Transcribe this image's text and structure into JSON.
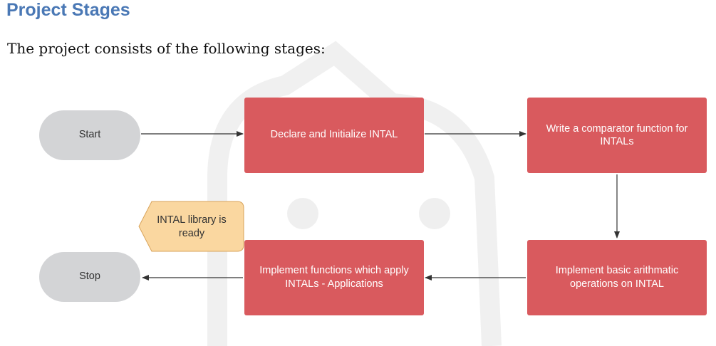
{
  "heading": "Project Stages",
  "intro": "The project consists of the following stages:",
  "colors": {
    "heading": "#4a78b5",
    "stage_fill": "#d95a5e",
    "terminal_fill": "#d3d4d6",
    "note_fill": "#fad7a0",
    "note_stroke": "#d8a35a",
    "arrow": "#333333"
  },
  "nodes": {
    "start": {
      "label": "Start"
    },
    "stop": {
      "label": "Stop"
    },
    "declare": {
      "lines": [
        "Declare and Initialize INTAL"
      ]
    },
    "comparator": {
      "lines": [
        "Write a comparator function for",
        "INTALs"
      ]
    },
    "arithmetic": {
      "lines": [
        "Implement basic arithmatic",
        "operations on INTAL"
      ]
    },
    "applications": {
      "lines": [
        "Implement functions which apply",
        "INTALs - Applications"
      ]
    },
    "note": {
      "lines": [
        "INTAL library is",
        "ready"
      ]
    }
  }
}
